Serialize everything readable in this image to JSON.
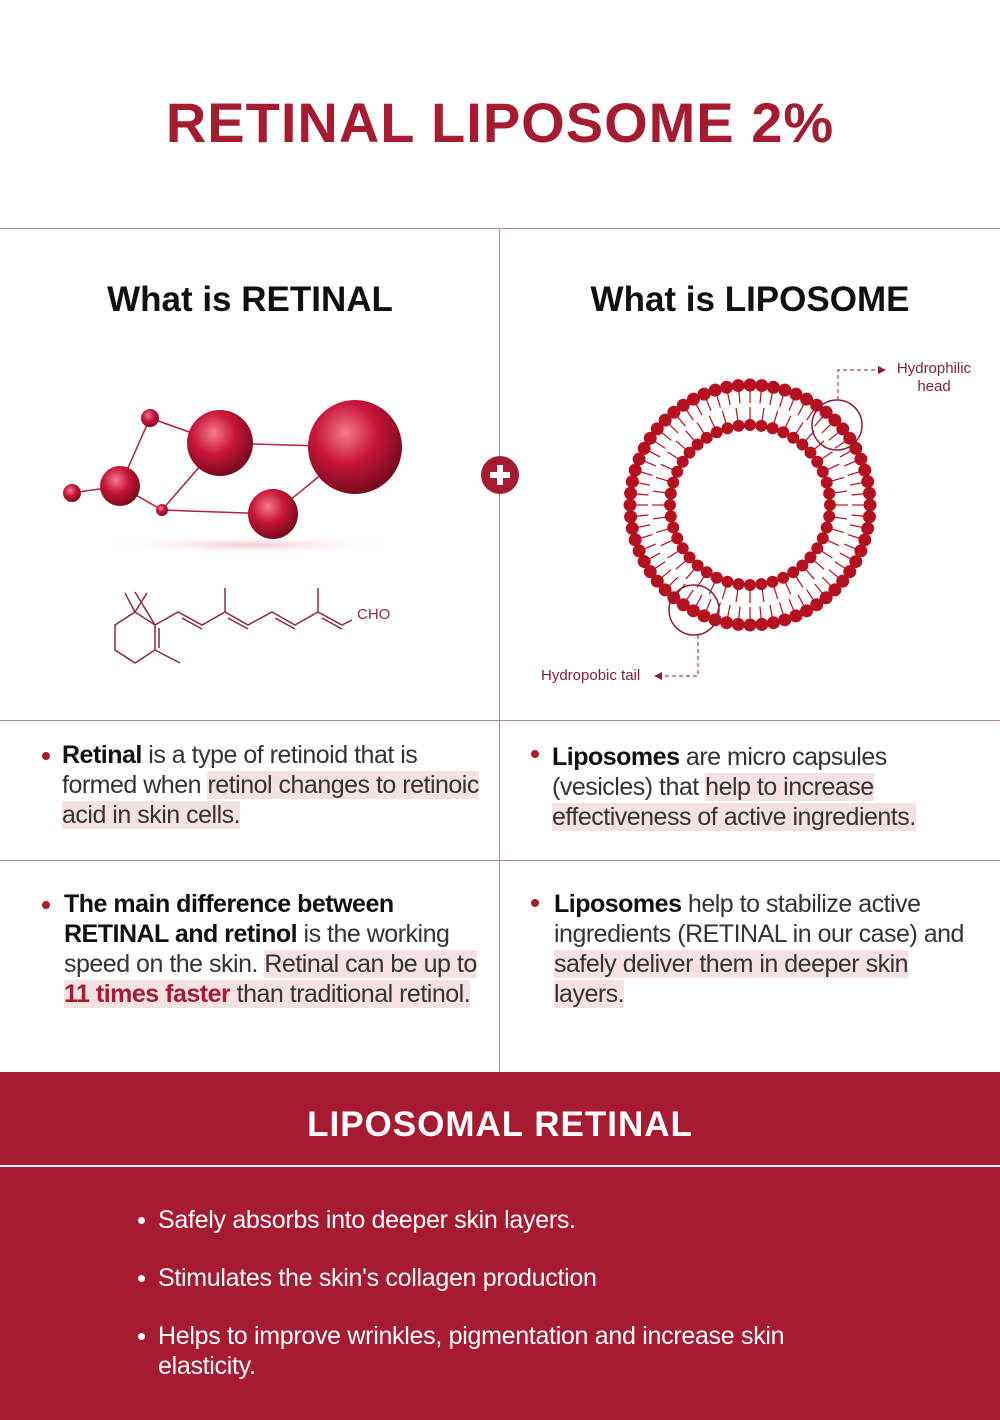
{
  "title": "RETINAL LIPOSOME 2%",
  "left": {
    "heading": "What is RETINAL",
    "formula_label": "CHO",
    "p1": {
      "bold": "Retinal",
      "t1": " is a type of retinoid that is formed when ",
      "hl": "retinol changes to retinoic acid in skin cells."
    },
    "p2": {
      "bold": "The main difference between RETINAL and retinol",
      "t1": " is the working speed  on the skin. ",
      "hl1": "Retinal can be up to ",
      "red": "11 times faster",
      "hl2": " than traditional retinol."
    }
  },
  "right": {
    "heading": "What is LIPOSOME",
    "label_head": "Hydrophilic head",
    "label_tail": "Hydropobic tail",
    "p1": {
      "bold": "Liposomes",
      "t1": " are micro capsules (vesicles) that ",
      "hl": "help to increase effectiveness of active ingredients."
    },
    "p2": {
      "bold": "Liposomes",
      "t1": " help to stabilize active ingredients (RETINAL in our case) and ",
      "hl": "safely deliver them in deeper skin layers."
    }
  },
  "plus_icon": "plus-circle-icon",
  "band": {
    "title": "LIPOSOMAL RETINAL",
    "items": [
      "Safely absorbs into deeper skin layers.",
      "Stimulates the skin's collagen production",
      "Helps to improve wrinkles, pigmentation and increase skin elasticity."
    ]
  },
  "colors": {
    "brand": "#a51c30",
    "band": "#a61b2f",
    "highlight": "#f3e1e3"
  }
}
